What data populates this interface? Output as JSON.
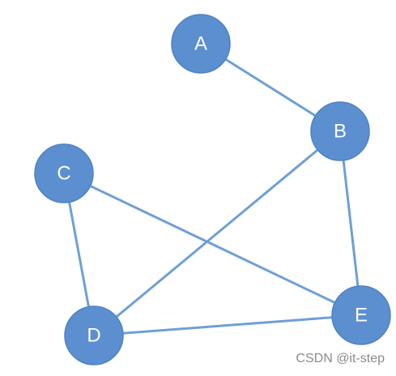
{
  "graph": {
    "node_fill": "#5b8fd0",
    "node_stroke": "#4f82c2",
    "edge_color": "#6f9fd6",
    "nodes": [
      {
        "id": "A",
        "label": "A"
      },
      {
        "id": "B",
        "label": "B"
      },
      {
        "id": "C",
        "label": "C"
      },
      {
        "id": "D",
        "label": "D"
      },
      {
        "id": "E",
        "label": "E"
      }
    ],
    "edges": [
      {
        "from": "A",
        "to": "B"
      },
      {
        "from": "B",
        "to": "E"
      },
      {
        "from": "B",
        "to": "D"
      },
      {
        "from": "C",
        "to": "E"
      },
      {
        "from": "C",
        "to": "D"
      },
      {
        "from": "D",
        "to": "E"
      }
    ]
  },
  "watermark": {
    "text": "CSDN @it-step"
  }
}
